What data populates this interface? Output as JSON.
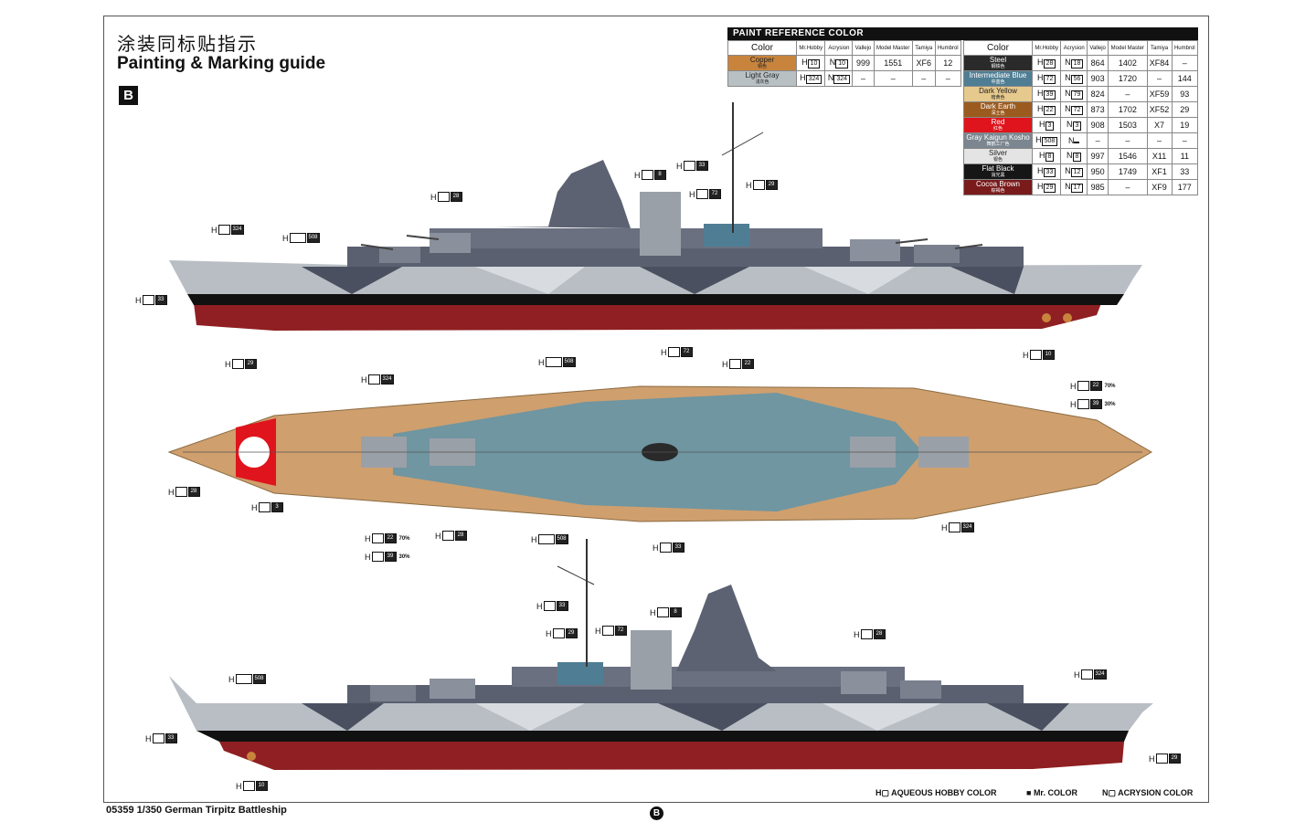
{
  "header": {
    "title_cn": "涂装同标贴指示",
    "title_en": "Painting & Marking guide",
    "sheet_letter": "B"
  },
  "paint_table": {
    "title": "PAINT REFERENCE COLOR",
    "columns": [
      "Color",
      "Mr.Hobby",
      "Acrysion",
      "Vallejo",
      "Model Master",
      "Tamiya",
      "Humbrol"
    ],
    "left_rows": [
      {
        "name": "Copper",
        "cn": "铜色",
        "color": "#c8843c",
        "mrhobby": "10",
        "acrysion": "10",
        "vallejo": "999",
        "modelmaster": "1551",
        "tamiya": "XF6",
        "humbrol": "12"
      },
      {
        "name": "Light Gray",
        "cn": "浅灰色",
        "color": "#b8c0c4",
        "mrhobby": "324",
        "acrysion": "324",
        "vallejo": "–",
        "modelmaster": "–",
        "tamiya": "–",
        "humbrol": "–"
      }
    ],
    "right_rows": [
      {
        "name": "Steel",
        "cn": "钢铁色",
        "color": "#2a2a2a",
        "mrhobby": "28",
        "acrysion": "18",
        "vallejo": "864",
        "modelmaster": "1402",
        "tamiya": "XF84",
        "humbrol": "–"
      },
      {
        "name": "Intermediate Blue",
        "cn": "中蓝色",
        "color": "#4f7e94",
        "mrhobby": "72",
        "acrysion": "56",
        "vallejo": "903",
        "modelmaster": "1720",
        "tamiya": "–",
        "humbrol": "144"
      },
      {
        "name": "Dark Yellow",
        "cn": "暗黄色",
        "color": "#e6c98d",
        "mrhobby": "39",
        "acrysion": "79",
        "vallejo": "824",
        "modelmaster": "–",
        "tamiya": "XF59",
        "humbrol": "93"
      },
      {
        "name": "Dark Earth",
        "cn": "深土色",
        "color": "#9c5b1e",
        "mrhobby": "22",
        "acrysion": "72",
        "vallejo": "873",
        "modelmaster": "1702",
        "tamiya": "XF52",
        "humbrol": "29"
      },
      {
        "name": "Red",
        "cn": "红色",
        "color": "#e0141c",
        "mrhobby": "3",
        "acrysion": "3",
        "vallejo": "908",
        "modelmaster": "1503",
        "tamiya": "X7",
        "humbrol": "19"
      },
      {
        "name": "Gray Kaigun Kosho",
        "cn": "舞鹤工厂色",
        "color": "#7b8690",
        "mrhobby": "508",
        "acrysion": "",
        "vallejo": "–",
        "modelmaster": "–",
        "tamiya": "–",
        "humbrol": "–"
      },
      {
        "name": "Silver",
        "cn": "银色",
        "color": "#e4e4e4",
        "mrhobby": "8",
        "acrysion": "8",
        "vallejo": "997",
        "modelmaster": "1546",
        "tamiya": "X11",
        "humbrol": "11"
      },
      {
        "name": "Flat Black",
        "cn": "消光黑",
        "color": "#161616",
        "mrhobby": "33",
        "acrysion": "12",
        "vallejo": "950",
        "modelmaster": "1749",
        "tamiya": "XF1",
        "humbrol": "33"
      },
      {
        "name": "Cocoa Brown",
        "cn": "棕褐色",
        "color": "#7a1b1b",
        "mrhobby": "29",
        "acrysion": "17",
        "vallejo": "985",
        "modelmaster": "–",
        "tamiya": "XF9",
        "humbrol": "177"
      }
    ]
  },
  "callouts_side_top": [
    {
      "code": "324",
      "num": "H"
    },
    {
      "code": "508",
      "num": "H"
    },
    {
      "code": "28",
      "num": "H"
    },
    {
      "code": "8",
      "num": "H"
    },
    {
      "code": "33",
      "num": "H"
    },
    {
      "code": "72",
      "num": "H"
    },
    {
      "code": "29",
      "num": "H"
    },
    {
      "code": "33",
      "num": "H"
    },
    {
      "code": "29",
      "num": "H"
    },
    {
      "code": "10",
      "num": "H"
    }
  ],
  "callouts_plan": [
    {
      "code": "508"
    },
    {
      "code": "72"
    },
    {
      "code": "22"
    },
    {
      "code": "324"
    },
    {
      "code": "28"
    },
    {
      "code": "3"
    },
    {
      "code": "22",
      "pct": "70%"
    },
    {
      "code": "39",
      "pct": "30%"
    },
    {
      "code": "28"
    },
    {
      "code": "508"
    },
    {
      "code": "33"
    },
    {
      "code": "324"
    },
    {
      "code": "22",
      "pct": "70%"
    },
    {
      "code": "39",
      "pct": "30%"
    }
  ],
  "callouts_side_bottom": [
    {
      "code": "33"
    },
    {
      "code": "8"
    },
    {
      "code": "29"
    },
    {
      "code": "72"
    },
    {
      "code": "28"
    },
    {
      "code": "508"
    },
    {
      "code": "324"
    },
    {
      "code": "33"
    },
    {
      "code": "29"
    },
    {
      "code": "10"
    }
  ],
  "legend": {
    "aqueous": "AQUEOUS HOBBY COLOR",
    "mrcolor": "Mr. COLOR",
    "acrysion": "ACRYSION COLOR"
  },
  "footer": {
    "title": "05359 1/350 German Tirpitz Battleship",
    "badge": "B"
  },
  "colors": {
    "hull_red": "#8f1f22",
    "hull_gray": "#b9bec4",
    "camo_dark": "#4a5060",
    "camo_light": "#d8dce0",
    "deck_wood": "#cf9f6e",
    "deck_blue": "#6f96a1",
    "boot_black": "#111111"
  }
}
